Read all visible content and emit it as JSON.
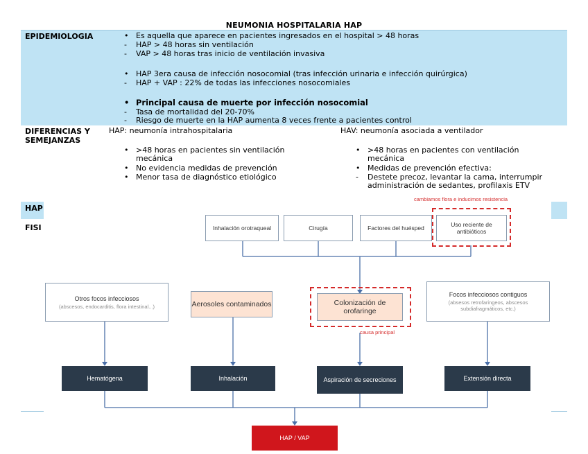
{
  "document_title": "NEUMONIA HOSPITALARIA HAP",
  "epidemiologia": {
    "label": "EPIDEMIOLOGIA",
    "lines": [
      "Es aquella que aparece en pacientes ingresados en el hospital > 48 horas",
      "HAP > 48 horas sin ventilación",
      "VAP > 48 horas tras inicio de ventilación invasiva",
      "HAP   3era causa de infección nosocomial (tras infección urinaria e infección quirúrgica)",
      "HAP + VAP : 22% de todas las infecciones nosocomiales",
      "Principal causa de muerte por infección nosocomial",
      "Tasa de mortalidad del 20-70%",
      "Riesgo de muerte en la HAP aumenta 8 veces frente a pacientes control"
    ]
  },
  "diferencias": {
    "label_1": "DIFERENCIAS Y",
    "label_2": "SEMEJANZAS",
    "hap_title": "HAP: neumonía intrahospitalaria",
    "hap_items": [
      ">48 horas en pacientes sin ventilación",
      "mecánica",
      "No evidencia medidas de prevención",
      "Menor tasa de diagnóstico etiológico"
    ],
    "hav_title": "HAV: neumonía asociada a ventilador",
    "hav_items": [
      ">48 horas en pacientes con ventilación",
      "mecánica",
      "Medidas de prevención efectiva:",
      "Destete precoz, levantar la cama, interrumpir",
      "administración de sedantes, profilaxis ETV"
    ]
  },
  "row_hap_label": "HAP",
  "row_fisi_label": "FISI",
  "diagram": {
    "top_note": "cambiamos flora e inducimos resistencia",
    "top_boxes": [
      "Inhalación orotraqueal",
      "Cirugía",
      "Factores del huésped",
      "Uso reciente de antibióticos"
    ],
    "otros_focos_title": "Otros focos infecciosos",
    "otros_focos_sub": "(abscesos, endocarditis, flora intestinal...)",
    "aerosoles": "Aerosoles contaminados",
    "colonizacion": "Colonización de orofaringe",
    "causa_principal": "causa principal",
    "focos_contiguos_title": "Focos infecciosos contiguos",
    "focos_contiguos_sub": "(absesos retrofaringeos, abscesos subdiafragmáticos, etc.)",
    "mechanisms": [
      "Hematógena",
      "Inhalación",
      "Aspiración de secreciones",
      "Extensión directa"
    ],
    "result": "HAP / VAP"
  },
  "colors": {
    "band": "#bfe3f4",
    "dark_box": "#2b3a4a",
    "result_box": "#d0161c",
    "accent_red": "#d42a2a",
    "peach": "#fde3d3"
  }
}
